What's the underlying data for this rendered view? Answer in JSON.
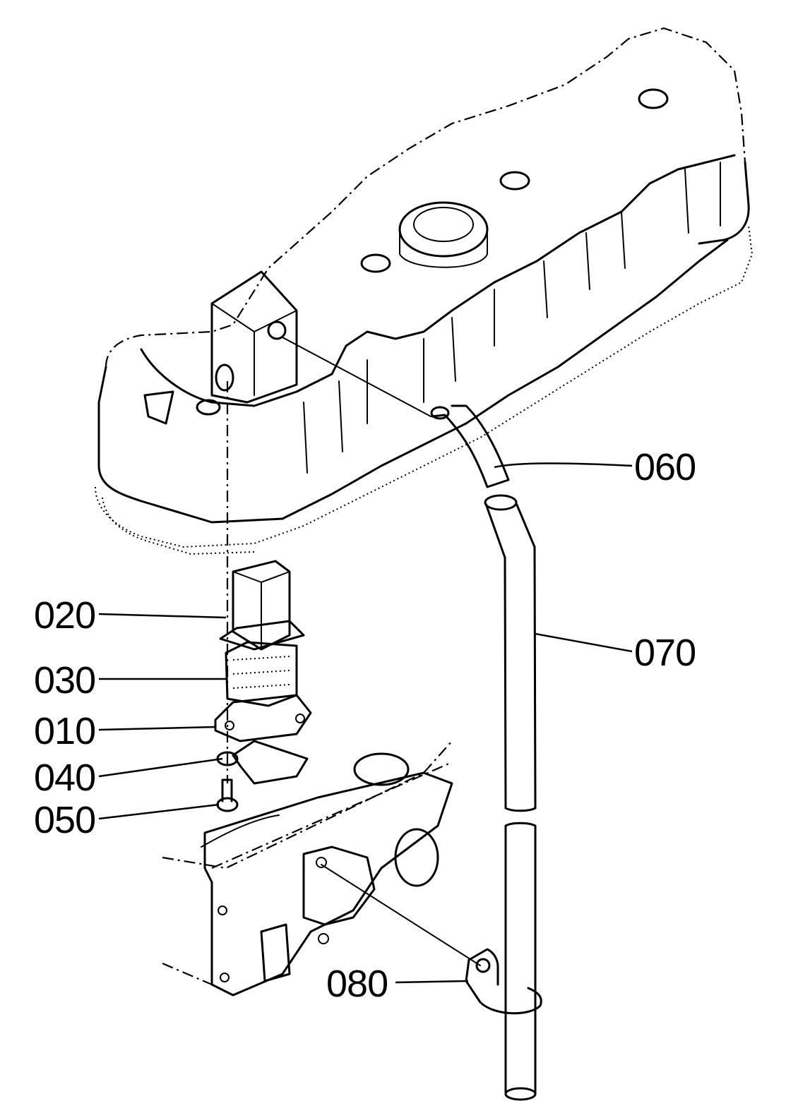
{
  "callouts": [
    {
      "id": "060",
      "label": "060"
    },
    {
      "id": "070",
      "label": "070"
    },
    {
      "id": "020",
      "label": "020"
    },
    {
      "id": "030",
      "label": "030"
    },
    {
      "id": "010",
      "label": "010"
    },
    {
      "id": "040",
      "label": "040"
    },
    {
      "id": "050",
      "label": "050"
    },
    {
      "id": "080",
      "label": "080"
    }
  ]
}
